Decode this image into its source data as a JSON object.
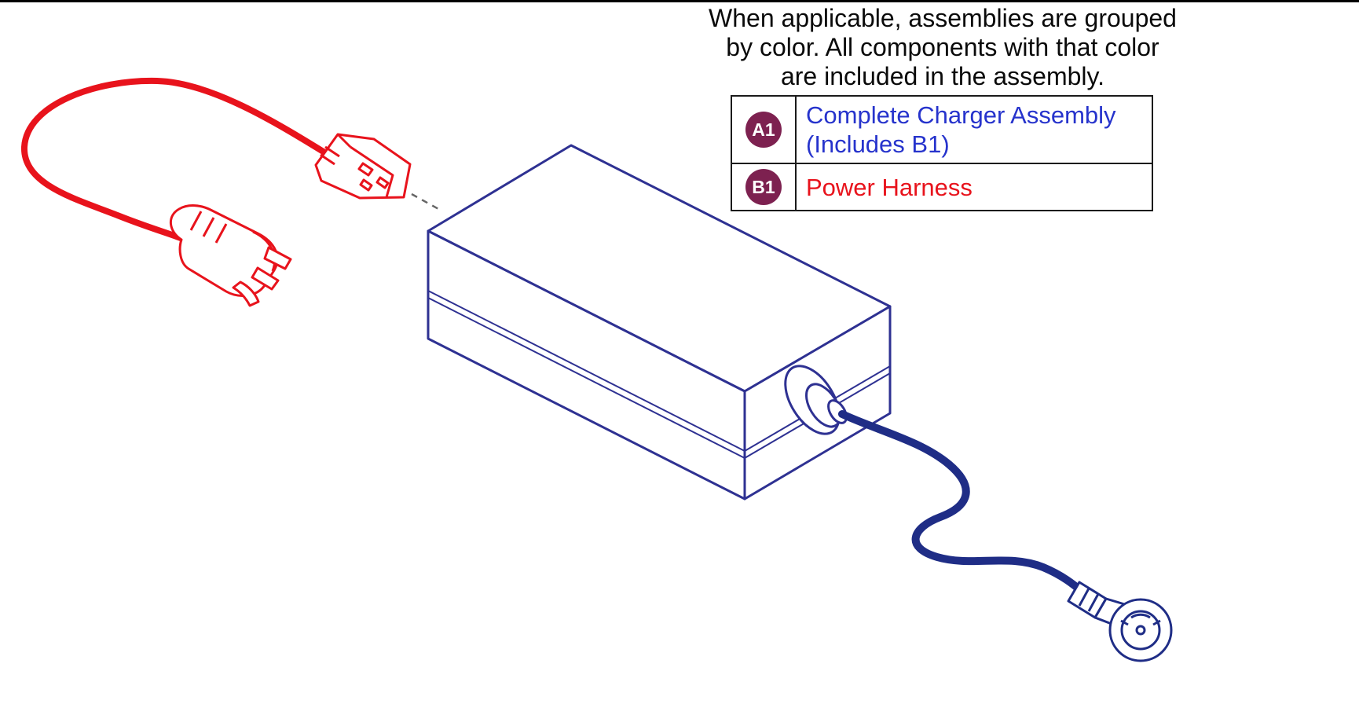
{
  "note": {
    "lines": [
      "When applicable, assemblies are grouped",
      "by color. All components with that color",
      "are included in the assembly."
    ]
  },
  "legend": {
    "rows": [
      {
        "badge": "A1",
        "label": "Complete Charger Assembly (Includes B1)",
        "color": "#2633cc"
      },
      {
        "badge": "B1",
        "label": "Power Harness",
        "color": "#e8131c"
      }
    ]
  },
  "colors": {
    "red_cord": "#e8131c",
    "charger_outline": "#2e3192",
    "harness_blue": "#1f2d86",
    "badge": "#7d2150"
  }
}
